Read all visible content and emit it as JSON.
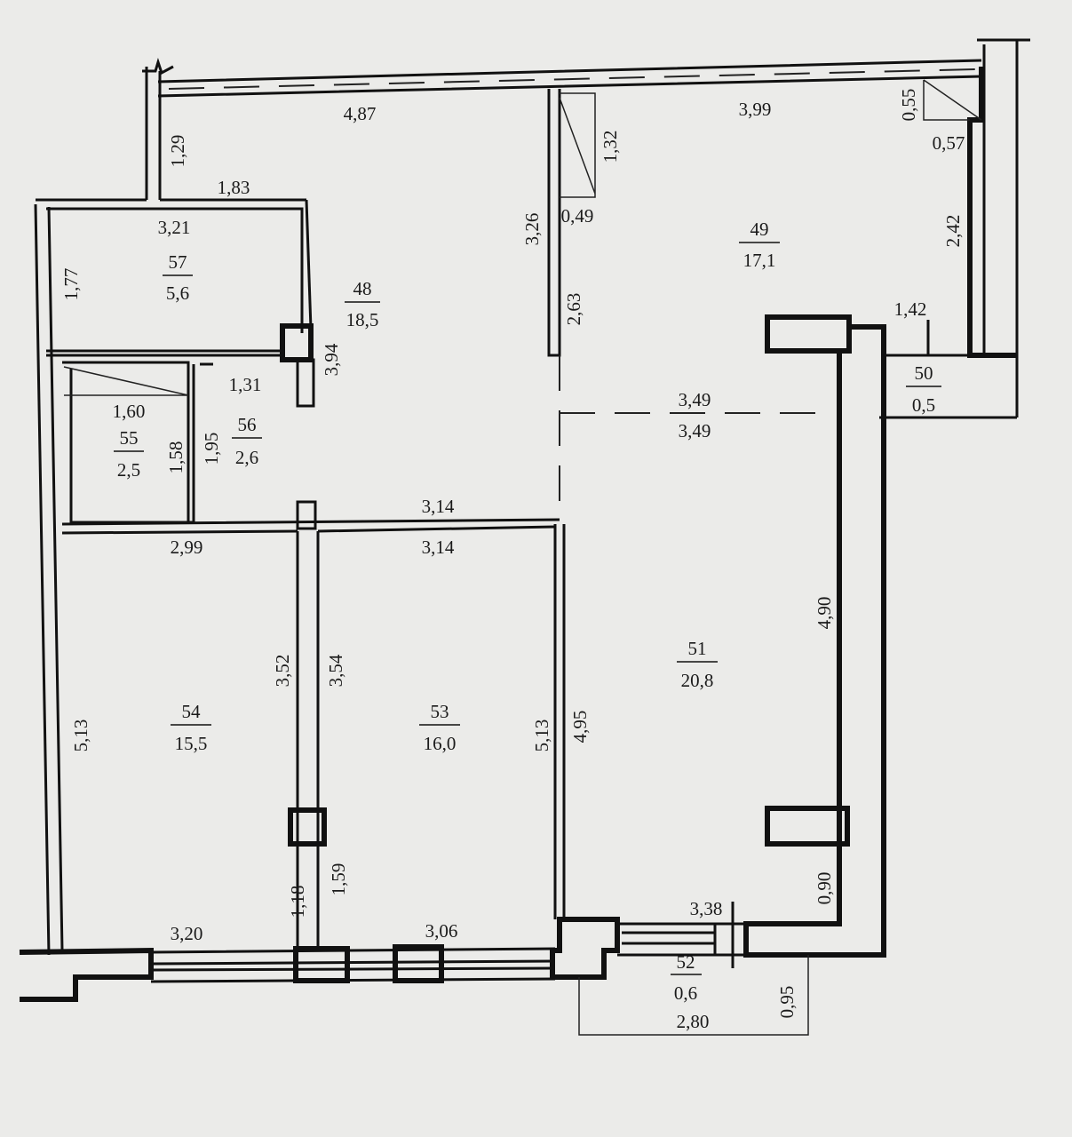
{
  "rooms": [
    {
      "number": "48",
      "area": "18,5"
    },
    {
      "number": "49",
      "area": "17,1"
    },
    {
      "number": "50",
      "area": "0,5"
    },
    {
      "number": "51",
      "area": "20,8"
    },
    {
      "number": "52",
      "area": "0,6"
    },
    {
      "number": "53",
      "area": "16,0"
    },
    {
      "number": "54",
      "area": "15,5"
    },
    {
      "number": "55",
      "area": "2,5"
    },
    {
      "number": "56",
      "area": "2,6"
    },
    {
      "number": "57",
      "area": "5,6"
    }
  ],
  "dimensions": {
    "d487": "4,87",
    "d399": "3,99",
    "d129": "1,29",
    "d183": "1,83",
    "d321": "3,21",
    "d177": "1,77",
    "d326": "3,26",
    "d263": "2,63",
    "d132": "1,32",
    "d049": "0,49",
    "d055": "0,55",
    "d057": "0,57",
    "d242": "2,42",
    "d142": "1,42",
    "d394": "3,94",
    "d131": "1,31",
    "d160": "1,60",
    "d158": "1,58",
    "d195": "1,95",
    "d349a": "3,49",
    "d349b": "3,49",
    "d314a": "3,14",
    "d314b": "3,14",
    "d299": "2,99",
    "d352": "3,52",
    "d354": "3,54",
    "d513a": "5,13",
    "d513b": "5,13",
    "d495": "4,95",
    "d490": "4,90",
    "d118": "1,18",
    "d159": "1,59",
    "d320": "3,20",
    "d306": "3,06",
    "d338": "3,38",
    "d090": "0,90",
    "d280": "2,80",
    "d095": "0,95"
  }
}
